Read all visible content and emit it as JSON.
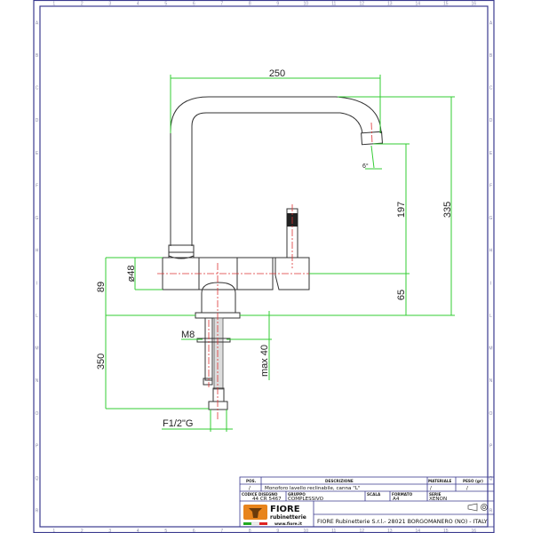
{
  "ruler": {
    "top_numbers": [
      "1",
      "2",
      "3",
      "4",
      "5",
      "6",
      "7",
      "8",
      "9",
      "10",
      "11",
      "12",
      "13",
      "14",
      "15",
      "16"
    ],
    "side_letters": [
      "A",
      "B",
      "C",
      "D",
      "E",
      "F",
      "G",
      "H",
      "I",
      "L",
      "M",
      "N",
      "O",
      "P",
      "Q",
      "R"
    ]
  },
  "dimensions": {
    "width_250": "250",
    "height_335": "335",
    "height_197": "197",
    "height_65": "65",
    "height_89": "89",
    "diameter_48": "ø48",
    "angle_6": "6°",
    "thread_m8": "M8",
    "max_40": "max 40",
    "length_350": "350",
    "connection": "F1/2\"G"
  },
  "title_block": {
    "pos_label": "POS.",
    "pos_value": "/",
    "description_label": "DESCRIZIONE",
    "description_value": "Monoforo lavello reclinabile, canna \"L\"",
    "material_label": "MATERIALE",
    "material_value": "/",
    "weight_label": "PESO (gr)",
    "weight_value": "/",
    "drawing_code_label": "CODICE DISEGNO",
    "drawing_code_value": "44 CR 5467",
    "group_label": "GRUPPO",
    "group_value": "COMPLESSIVO",
    "scale_label": "SCALA",
    "scale_value": "",
    "format_label": "FORMATO",
    "format_value": "A4",
    "series_label": "SERIE",
    "series_value": "XENON",
    "company_line": "FIORE Rubinetterie S.r.l.- 28021 BORGOMANERO (NO) - ITALY",
    "logo_text": "FIORE rubinetterie",
    "logo_url": "www.fiore.it"
  },
  "colors": {
    "frame": "#3b3b8f",
    "dimension": "#33cc33",
    "centerline": "#dd3333"
  }
}
